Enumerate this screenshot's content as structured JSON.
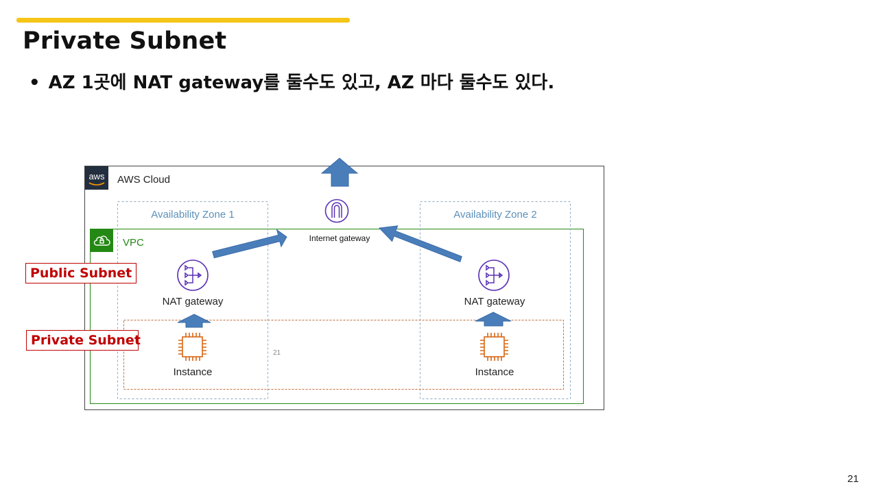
{
  "slide": {
    "title": "Private Subnet",
    "bullet": "AZ 1곳에 NAT gateway를 둘수도 있고, AZ 마다 둘수도 있다.",
    "page_number": "21"
  },
  "diagram": {
    "aws_cloud_label": "AWS Cloud",
    "aws_logo_text": "aws",
    "vpc_label": "VPC",
    "az1_label": "Availability Zone 1",
    "az2_label": "Availability Zone 2",
    "internet_gateway_label": "Internet gateway",
    "nat_gateway_1_label": "NAT gateway",
    "nat_gateway_2_label": "NAT gateway",
    "instance_1_label": "Instance",
    "instance_2_label": "Instance",
    "inner_page_marker": "21",
    "public_subnet_tag": "Public Subnet",
    "private_subnet_tag": "Private Subnet"
  },
  "colors": {
    "accent": "#f5c518",
    "aws_dark": "#232f3e",
    "vpc_green": "#248814",
    "az_blue": "#5b8fb9",
    "nat_purple": "#5a30b5",
    "instance_orange": "#d86613",
    "arrow_blue": "#4a7ebb",
    "tag_red": "#c00000"
  }
}
